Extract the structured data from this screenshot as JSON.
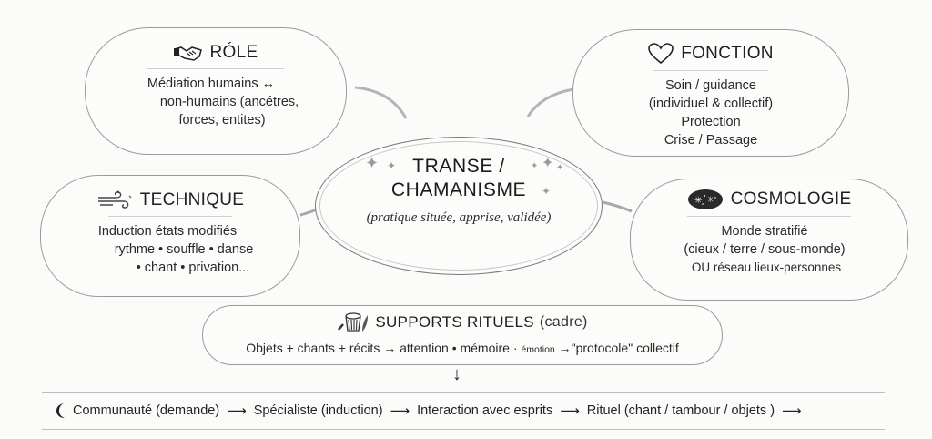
{
  "center": {
    "title_line1": "TRANSE /",
    "title_line2": "CHAMANISME",
    "subtitle": "(pratique située, apprise, validée)",
    "decoration": "sparkles-icon"
  },
  "nodes": {
    "role": {
      "icon": "handshake-icon",
      "title": "RÓLE",
      "lines": [
        "Médiation humains ↔",
        "non-humains (ancétres,",
        "forces, entites)"
      ]
    },
    "fonction": {
      "icon": "heart-icon",
      "title": "FONCTION",
      "lines": [
        "Soin / guidance",
        "(individuel & collectif)",
        "Protection",
        "Crise / Passage"
      ]
    },
    "technique": {
      "icon": "wind-icon",
      "title": "TECHNIQUE",
      "lines": [
        "Induction états modifiés",
        "rythme • souffle • danse",
        "• chant • privation..."
      ]
    },
    "cosmologie": {
      "icon": "starry-sky-icon",
      "title": "COSMOLOGIE",
      "lines": [
        "Monde stratifié",
        "(cieux / terre / sous-monde)",
        "OU réseau lieux-personnes"
      ]
    }
  },
  "supports": {
    "icon": "drum-icon",
    "title": "SUPPORTS RITUELS",
    "title_suffix": "(cadre)",
    "body_part1": "Objets + chants + récits → attention • mémoire ·",
    "body_tiny": "émotion",
    "body_part2": "→\"protocole\" collectif",
    "down_arrow": "↓"
  },
  "flow": {
    "icon": "crescent-moon-icon",
    "steps": [
      "Communauté (demande)",
      "Spécialiste (induction)",
      "Interaction avec esprits",
      "Rituel (chant / tambour / objets )"
    ],
    "arrow": "⟶"
  },
  "colors": {
    "background": "#fbfbfa",
    "stroke": "#9a9a9a",
    "connector": "#b5b5b5",
    "text": "#222222"
  }
}
